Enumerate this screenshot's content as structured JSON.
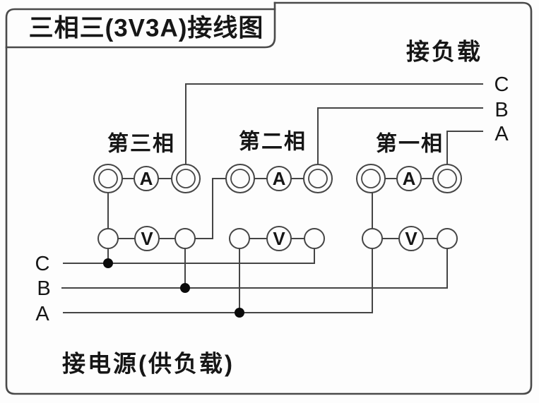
{
  "diagram": {
    "title": "三相三(3V3A)接线图",
    "load_section_label": "接负载",
    "source_section_label": "接电源(供负载)",
    "load_terminals": [
      "C",
      "B",
      "A"
    ],
    "source_terminals": [
      "C",
      "B",
      "A"
    ],
    "phases": [
      {
        "name": "第三相",
        "ammeter_label": "A",
        "voltmeter_label": "V"
      },
      {
        "name": "第二相",
        "ammeter_label": "A",
        "voltmeter_label": "V"
      },
      {
        "name": "第一相",
        "ammeter_label": "A",
        "voltmeter_label": "V"
      }
    ],
    "colors": {
      "line": "#454545",
      "text": "#161616",
      "background": "#fdfdfd"
    }
  }
}
